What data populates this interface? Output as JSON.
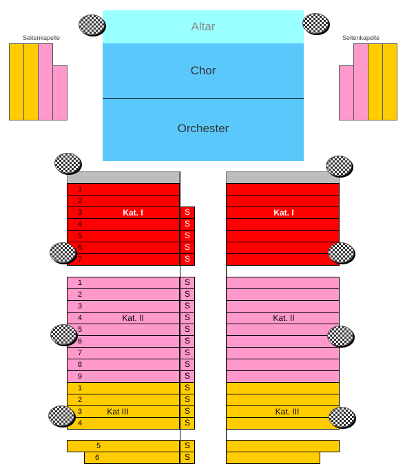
{
  "stage": {
    "altar": "Altar",
    "chor": "Chor",
    "orchester": "Orchester"
  },
  "chapel_label": "Seitenkapelle",
  "categories": {
    "kat1": "Kat. I",
    "kat2": "Kat. II",
    "kat3_left": "Kat III",
    "kat3_right": "Kat. III"
  },
  "side_seat_label": "S",
  "row_numbers": {
    "kat1": [
      "1",
      "2",
      "3",
      "4",
      "5",
      "6",
      "7"
    ],
    "kat2": [
      "1",
      "2",
      "3",
      "4",
      "5",
      "6",
      "7",
      "8",
      "9"
    ],
    "kat3": [
      "1",
      "2",
      "3",
      "4"
    ],
    "back": [
      "5",
      "6"
    ]
  },
  "colors": {
    "altar": "#99FFFF",
    "chor": "#5BC8FC",
    "gray": "#BDBDBD",
    "kat1": "#FF0000",
    "kat2": "#FF99CC",
    "kat3": "#FFCC00"
  }
}
